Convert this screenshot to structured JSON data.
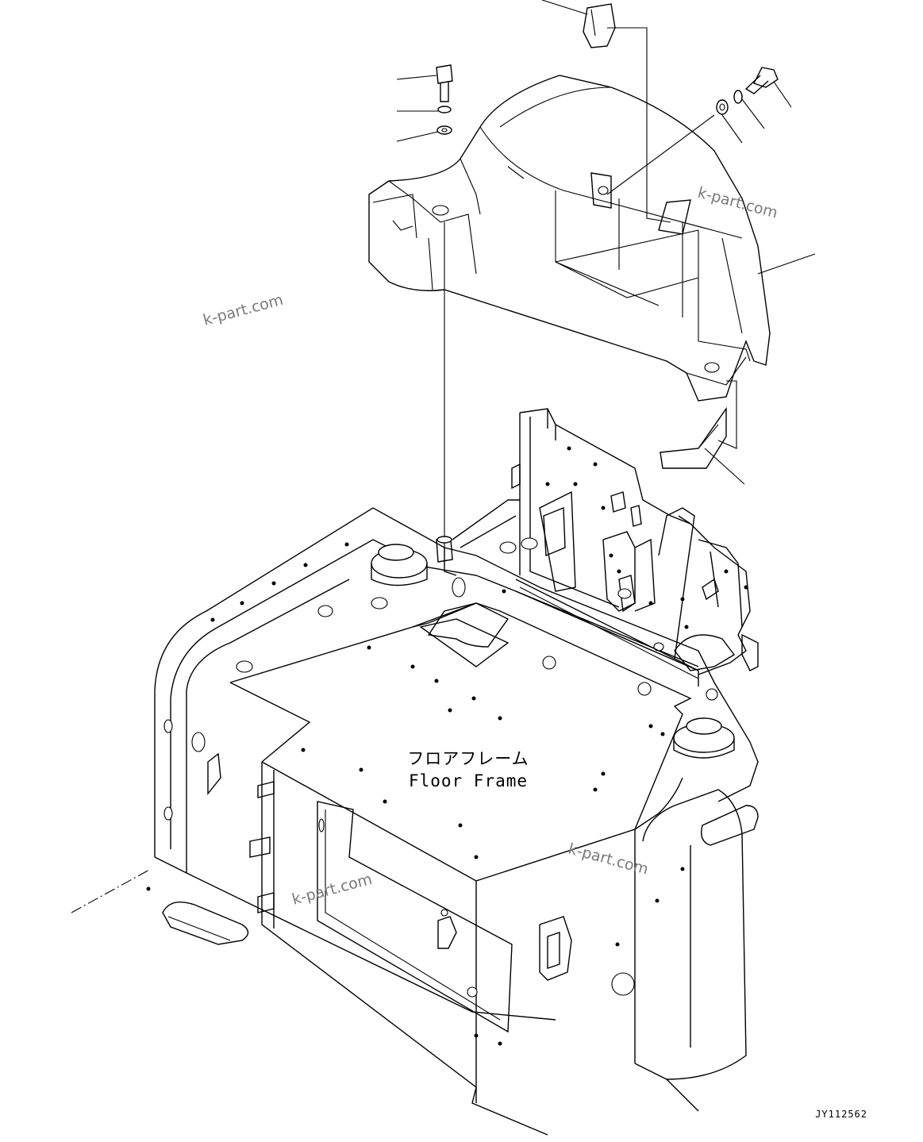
{
  "diagram": {
    "part_label_jp": "フロアフレーム",
    "part_label_en": "Floor Frame",
    "drawing_code": "JY112562",
    "watermark": "k-part.com"
  }
}
